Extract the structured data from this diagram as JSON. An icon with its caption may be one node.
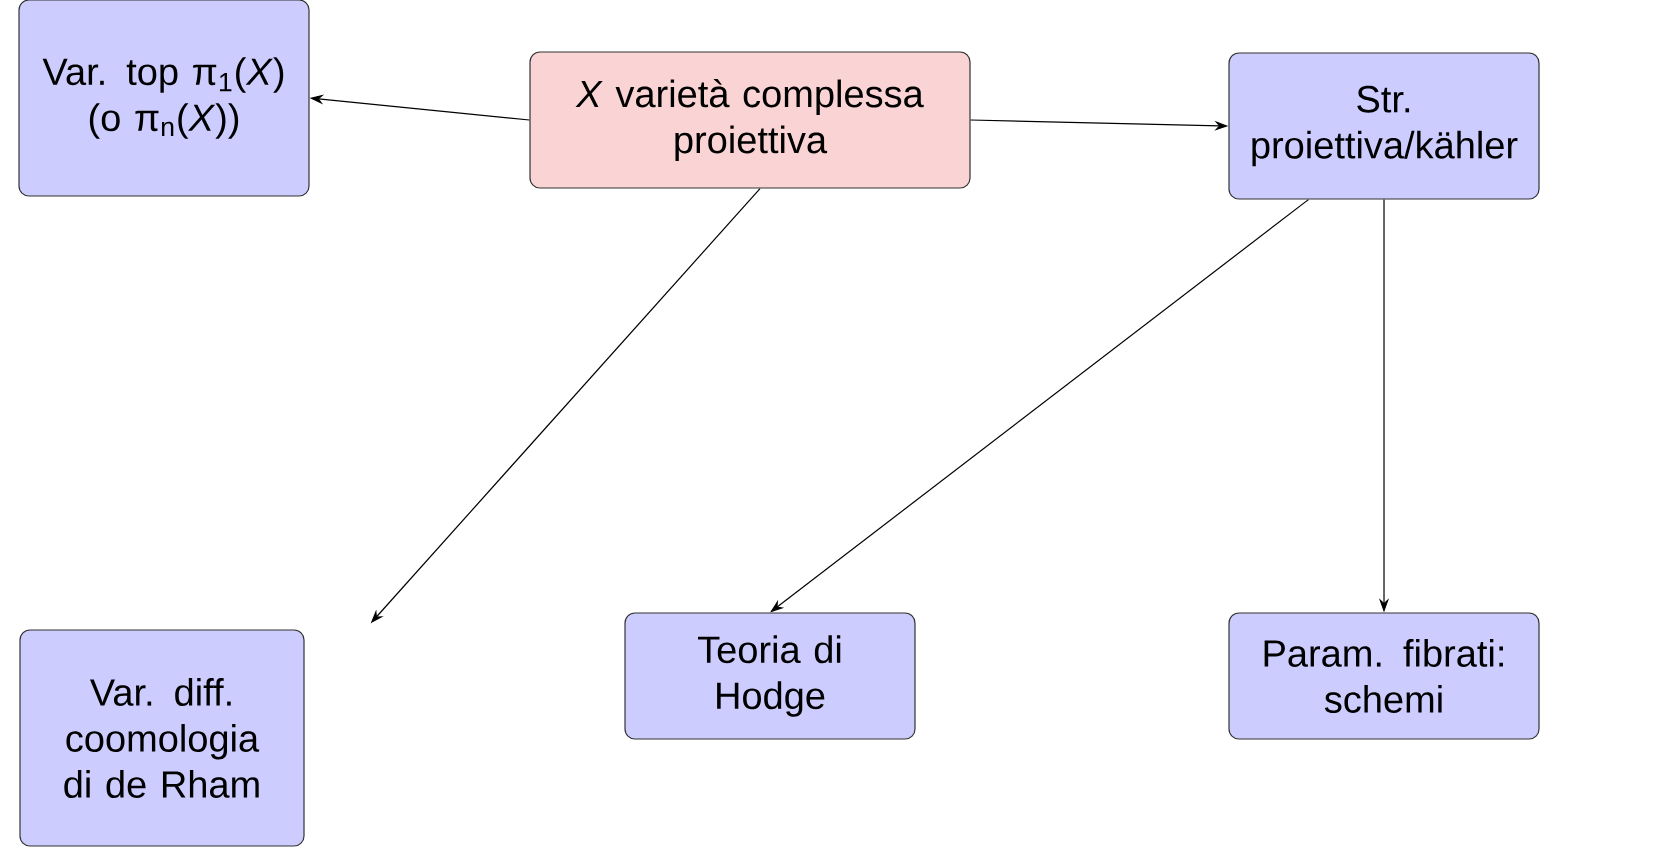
{
  "diagram": {
    "nodes": [
      {
        "text": [
          "*X* varietà complessa proiettiva"
        ]
      },
      {
        "text": [
          "Var. top π$_{1}$(*X*) (o π$_{n}$(*X*))"
        ]
      },
      {
        "text": [
          "Str. proiettiva/kähler"
        ]
      },
      {
        "text": [
          "Var. diff. coomologia di de Rham"
        ]
      },
      {
        "text": [
          "Teoria di Hodge"
        ]
      },
      {
        "text": [
          "Param. fibrati: schemi"
        ]
      }
    ],
    "edges": [
      {
        "from": 0,
        "to": 1,
        "arrow": "to"
      },
      {
        "from": 0,
        "to": 2,
        "arrow": "to"
      },
      {
        "from": 0,
        "to": 3,
        "arrow": "to"
      },
      {
        "from": 2,
        "to": 4,
        "arrow": "to"
      },
      {
        "from": 2,
        "to": 5,
        "arrow": "to"
      }
    ]
  }
}
